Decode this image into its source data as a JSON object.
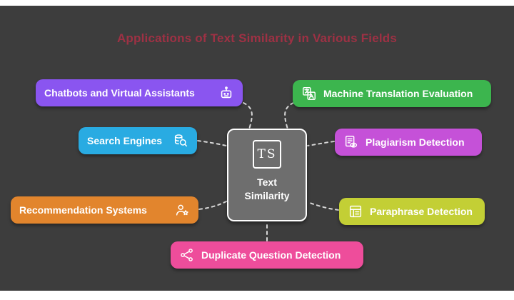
{
  "title": {
    "text": "Applications of Text Similarity in Various Fields",
    "color": "#9e3144"
  },
  "background_color": "#3d3d3d",
  "connector_color": "#e8e8e8",
  "node_text_color": "#ffffff",
  "center": {
    "logo": "TS",
    "label": "Text Similarity",
    "bg": "#6e6e6e",
    "border_color": "#ffffff"
  },
  "nodes": [
    {
      "id": "chatbots",
      "label": "Chatbots and Virtual Assistants",
      "color": "#8a55f0",
      "icon": "chatbot-robot-icon",
      "icon_side": "right"
    },
    {
      "id": "machine-translation",
      "label": "Machine Translation Evaluation",
      "color": "#3cb54e",
      "icon": "translation-icon",
      "icon_side": "left"
    },
    {
      "id": "search-engines",
      "label": "Search Engines",
      "color": "#29abe2",
      "icon": "search-database-icon",
      "icon_side": "right"
    },
    {
      "id": "plagiarism",
      "label": "Plagiarism Detection",
      "color": "#c551d8",
      "icon": "plagiarism-document-icon",
      "icon_side": "left"
    },
    {
      "id": "recommendation",
      "label": "Recommendation Systems",
      "color": "#e2852d",
      "icon": "recommendation-user-icon",
      "icon_side": "right"
    },
    {
      "id": "paraphrase",
      "label": "Paraphrase Detection",
      "color": "#c3cf35",
      "icon": "paraphrase-document-icon",
      "icon_side": "left"
    },
    {
      "id": "duplicate-question",
      "label": "Duplicate Question Detection",
      "color": "#ee4d9b",
      "icon": "duplicate-network-icon",
      "icon_side": "left"
    }
  ]
}
